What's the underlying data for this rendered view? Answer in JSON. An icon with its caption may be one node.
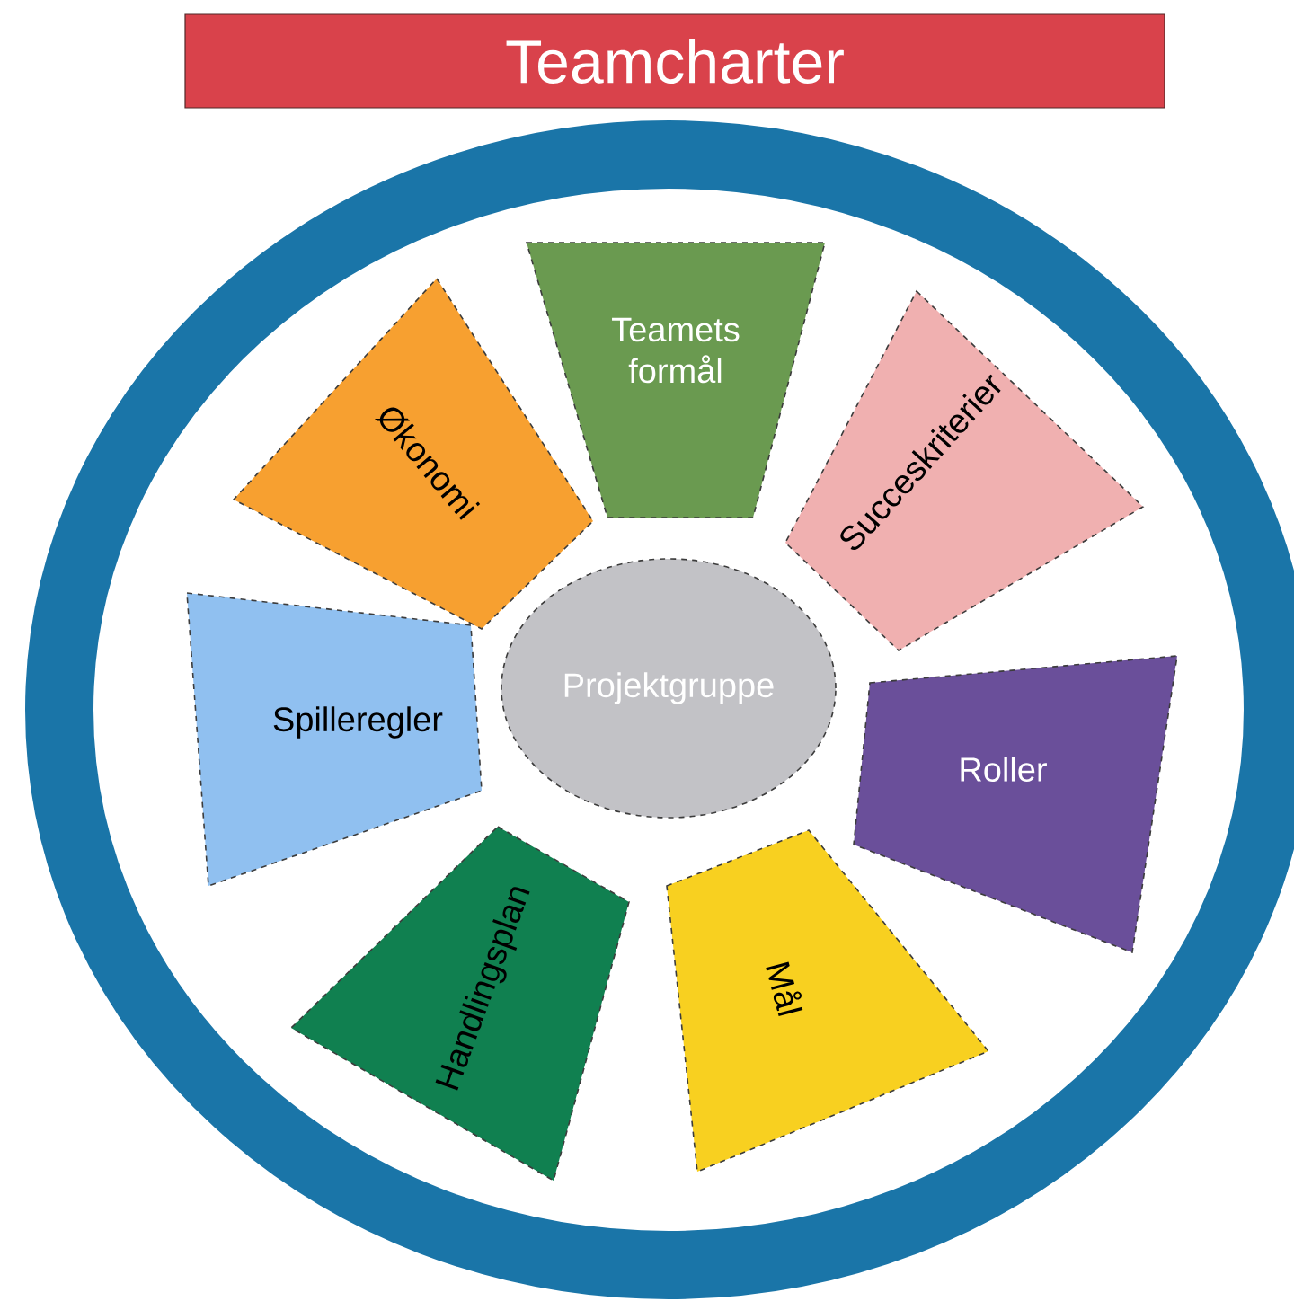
{
  "diagram": {
    "title": "Teamcharter",
    "nodes": [
      {
        "text": [
          "Teamets formål"
        ]
      },
      {
        "text": [
          "Økonomi"
        ]
      },
      {
        "text": [
          "Succeskriterier"
        ]
      },
      {
        "text": [
          "Spilleregler"
        ]
      },
      {
        "text": [
          "Projektgruppe"
        ]
      },
      {
        "text": [
          "Roller"
        ]
      },
      {
        "text": [
          "Handlingsplan"
        ]
      },
      {
        "text": [
          "Mål"
        ]
      }
    ]
  }
}
